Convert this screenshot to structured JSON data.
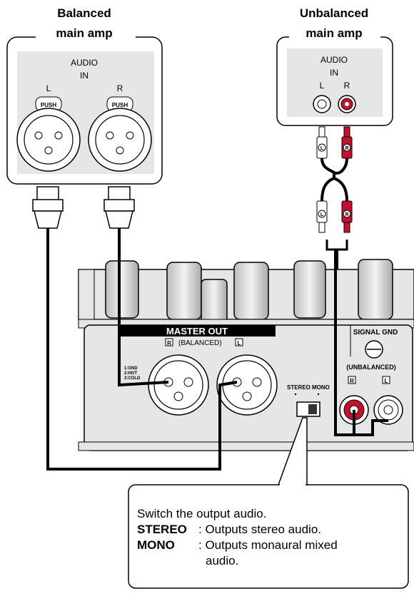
{
  "balanced": {
    "title_line1": "Balanced",
    "title_line2": "main amp",
    "audio": "AUDIO",
    "in": "IN",
    "l": "L",
    "r": "R",
    "push": "PUSH"
  },
  "unbalanced": {
    "title_line1": "Unbalanced",
    "title_line2": "main amp",
    "audio": "AUDIO",
    "in": "IN",
    "l": "L",
    "r": "R"
  },
  "plug_labels": {
    "l": "L",
    "r": "R"
  },
  "panel": {
    "master_out": "MASTER OUT",
    "balanced_r": "R",
    "balanced_text": "(BALANCED)",
    "balanced_l": "L",
    "pin1": "1:GND",
    "pin2": "2:HOT",
    "pin3": "3:COLD",
    "stereo": "STEREO",
    "mono": "MONO",
    "signal_gnd": "SIGNAL GND",
    "unbalanced_text": "(UNBALANCED)",
    "unbal_r": "R",
    "unbal_l": "L"
  },
  "callout": {
    "intro": "Switch the output audio.",
    "stereo_term": "STEREO",
    "stereo_desc": ": Outputs stereo audio.",
    "mono_term": "MONO",
    "mono_desc": ": Outputs monaural mixed",
    "mono_desc2": "audio."
  },
  "colors": {
    "red": "#c8102e",
    "panel": "#e6e6e6",
    "knob": "#d8d8d8"
  }
}
